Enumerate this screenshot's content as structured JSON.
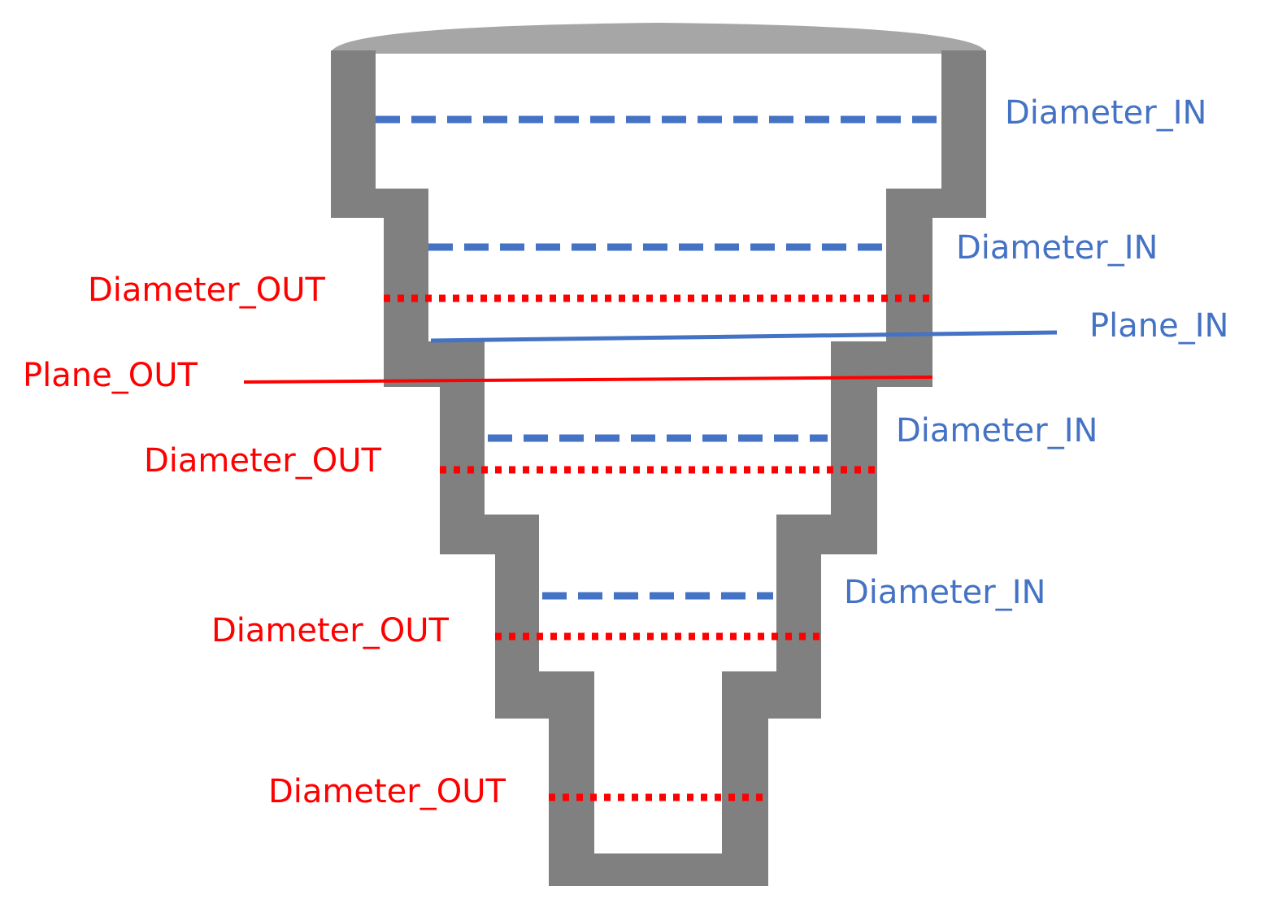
{
  "colors": {
    "wall": "#808080",
    "rim": "#A6A6A6",
    "inner_line": "#4472C4",
    "outer_line": "#FF0000"
  },
  "labels": {
    "diameter_in": "Diameter_IN",
    "diameter_out": "Diameter_OUT",
    "plane_in": "Plane_IN",
    "plane_out": "Plane_OUT"
  }
}
